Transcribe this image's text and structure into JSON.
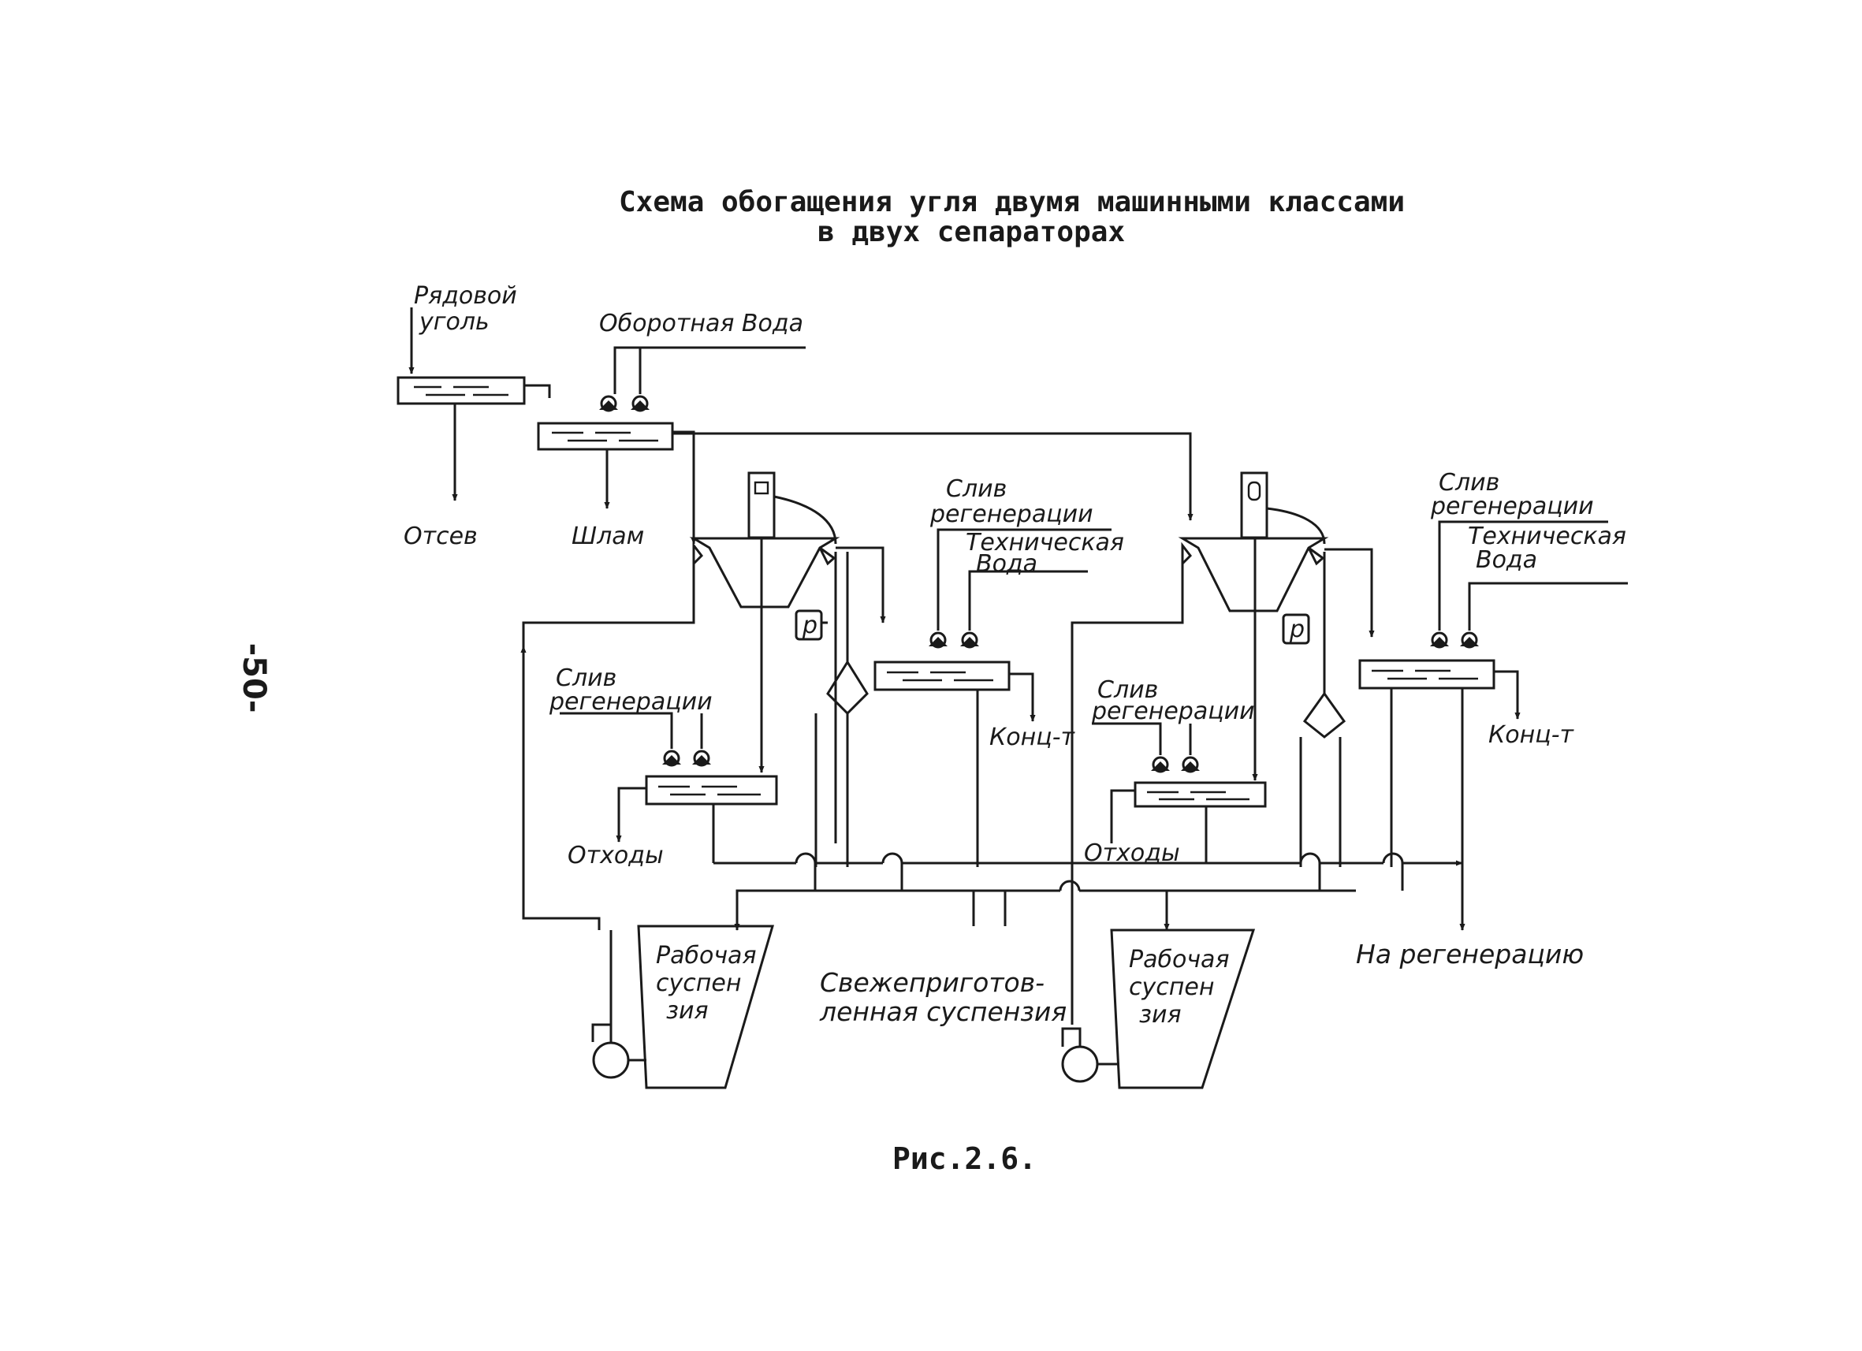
{
  "title": {
    "line1": "Схема обогащения угля двумя машинными классами",
    "line2": "в двух сепараторах"
  },
  "page_number": "-50-",
  "caption": "Рис.2.6.",
  "labels": {
    "raw_coal_1": "Рядовой",
    "raw_coal_2": "уголь",
    "recycled_water": "Оборотная Вода",
    "screenings": "Отсев",
    "slurry": "Шлам",
    "regen_overflow_a_1": "Слив",
    "regen_overflow_a_2": "регенерации",
    "tech_water_a_1": "Техническая",
    "tech_water_a_2": "Вода",
    "regen_overflow_b_1": "Слив",
    "regen_overflow_b_2": "регенерации",
    "tech_water_b_1": "Техническая",
    "tech_water_b_2": "Вода",
    "regen_overflow_c_1": "Слив",
    "regen_overflow_c_2": "регенерации",
    "regen_overflow_d_1": "Слив",
    "regen_overflow_d_2": "регенерации",
    "concentrate_1": "Конц-т",
    "concentrate_2": "Конц-т",
    "waste_1": "Отходы",
    "waste_2": "Отходы",
    "working_susp_1_l1": "Рабочая",
    "working_susp_1_l2": "суспен",
    "working_susp_1_l3": "зия",
    "working_susp_2_l1": "Рабочая",
    "working_susp_2_l2": "суспен",
    "working_susp_2_l3": "зия",
    "fresh_susp_1": "Свежеприготов-",
    "fresh_susp_2": "ленная суспензия",
    "to_regeneration": "На регенерацию",
    "densimeter_1": "р",
    "densimeter_2": "р"
  }
}
